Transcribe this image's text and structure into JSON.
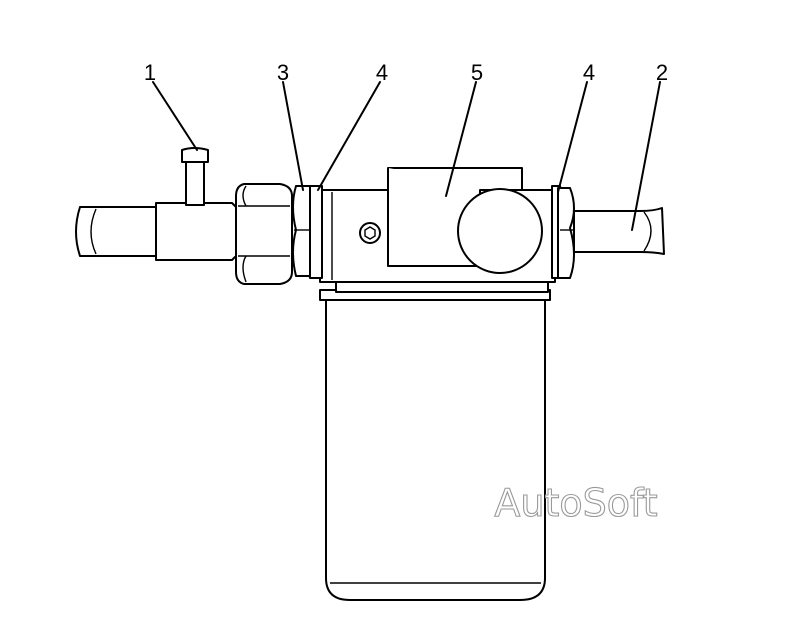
{
  "diagram": {
    "callouts": [
      "1",
      "3",
      "4",
      "5",
      "4",
      "2"
    ],
    "watermark": "AutoSoft"
  },
  "colors": {
    "line": "#000000",
    "background": "#ffffff",
    "watermark_outline": "#9a9a9a"
  }
}
